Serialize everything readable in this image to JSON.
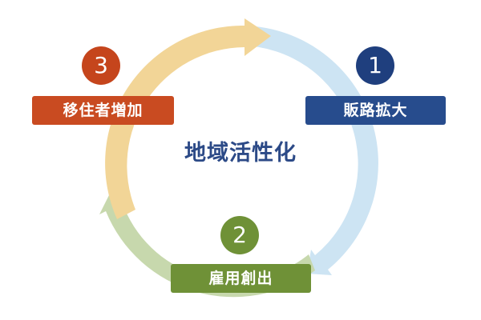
{
  "center": {
    "title": "地域活性化"
  },
  "steps": [
    {
      "number": "1",
      "label": "販路拡大"
    },
    {
      "number": "2",
      "label": "雇用創出"
    },
    {
      "number": "3",
      "label": "移住者増加"
    }
  ],
  "colors": {
    "step1_badge": "#1f3f7e",
    "step1_label": "#274c8d",
    "step1_arc": "#cde4f3",
    "step2_badge": "#6f9137",
    "step2_label": "#6f9137",
    "step2_arc": "#c7d8ad",
    "step3_badge": "#c5451c",
    "step3_label": "#c94b21",
    "step3_arc": "#f2d597",
    "center_text": "#2c4a87"
  }
}
